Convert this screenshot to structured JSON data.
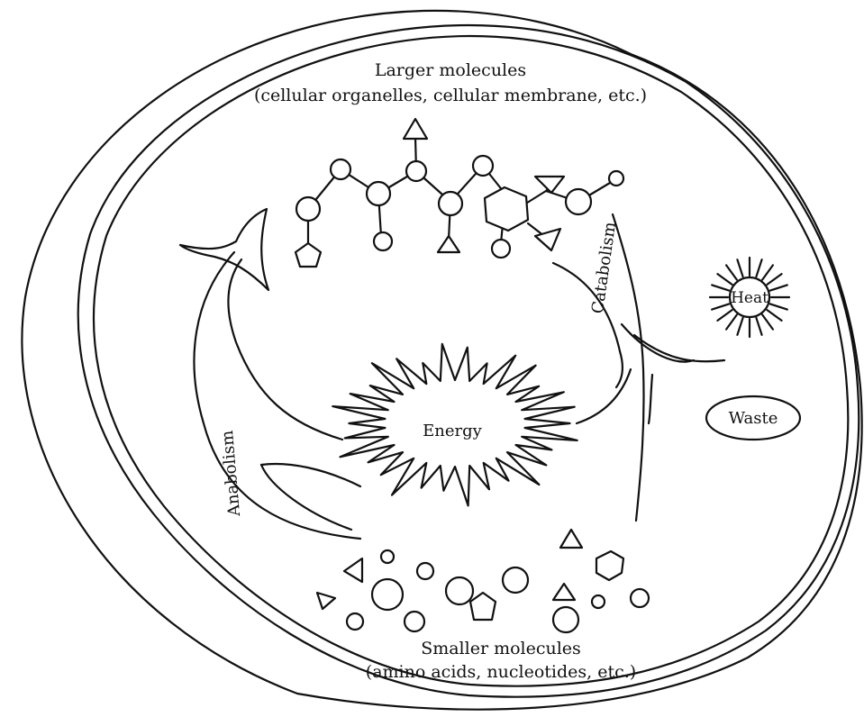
{
  "labels": {
    "larger_title": "Larger molecules",
    "larger_sub": "(cellular organelles, cellular membrane, etc.)",
    "smaller_title": "Smaller molecules",
    "smaller_sub": "(amino acids, nucleotides, etc.)",
    "energy": "Energy",
    "heat": "Heat",
    "waste": "Waste",
    "anabolism": "Anabolism",
    "catabolism": "Catabolism"
  }
}
